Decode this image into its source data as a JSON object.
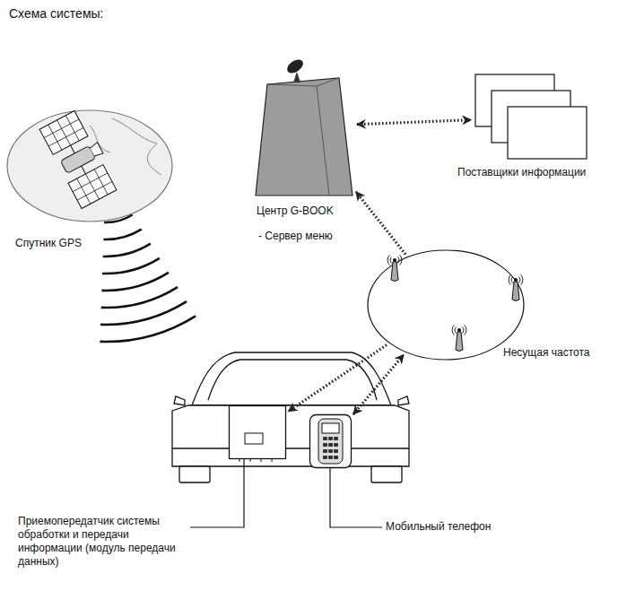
{
  "diagram": {
    "title": "Схема системы:",
    "nodes": [
      {
        "text": [
          "Спутник GPS"
        ]
      },
      {
        "text": [
          "Центр G-BOOK",
          "- Сервер меню"
        ]
      },
      {
        "text": [
          "Поставщики информации"
        ]
      },
      {
        "text": [
          "Несущая частота"
        ]
      },
      {
        "text": [
          "Приемопередатчик системы обработки и передачи информации (модуль передачи данных)"
        ]
      },
      {
        "text": [
          "Мобильный телефон"
        ]
      }
    ],
    "edges": [
      {
        "from": 1,
        "to": 2,
        "arrow": "both"
      },
      {
        "from": 3,
        "to": 1,
        "arrow": "to"
      },
      {
        "from": 3,
        "to": 4,
        "arrow": "to"
      },
      {
        "from": 5,
        "to": 3,
        "arrow": "both"
      }
    ]
  }
}
